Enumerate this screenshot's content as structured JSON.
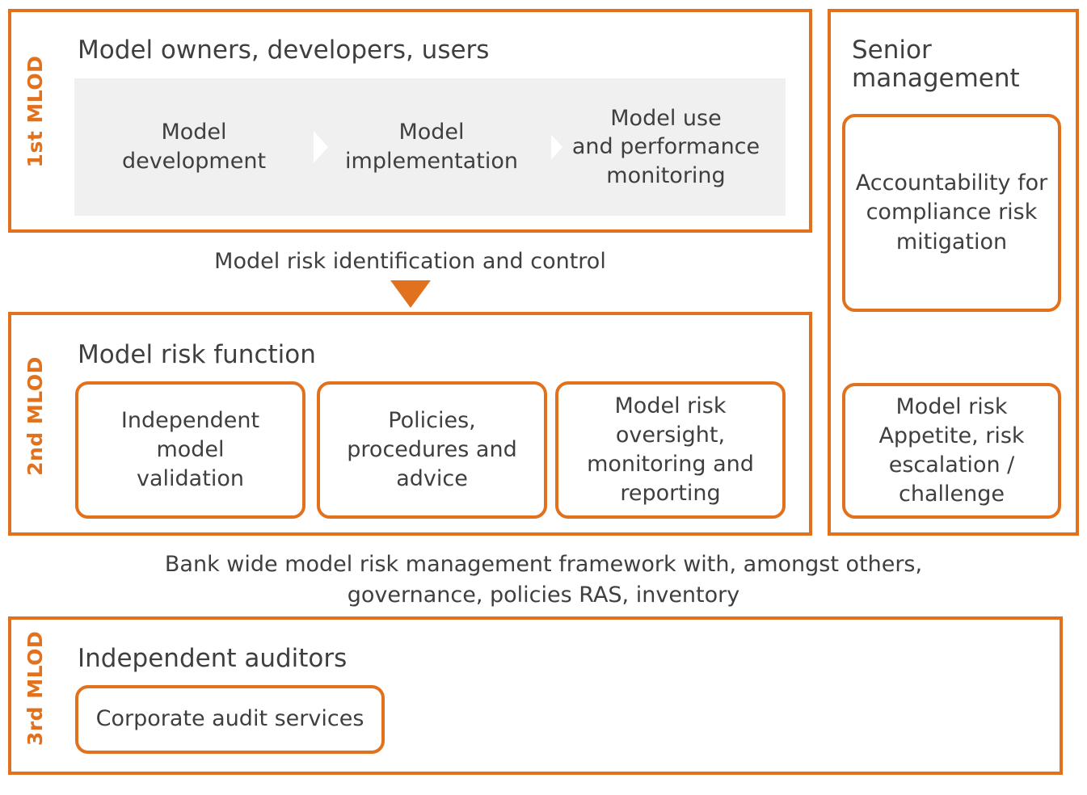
{
  "colors": {
    "accent": "#E2711D",
    "panel_fill": "#FFFFFF",
    "process_fill": "#F0F0F0",
    "text": "#3F3F3F"
  },
  "lanes": {
    "first": {
      "label": "1st MLOD",
      "heading": "Model owners, developers, users",
      "steps": [
        {
          "label": "Model\ndevelopment"
        },
        {
          "label": "Model\nimplementation"
        },
        {
          "label": "Model use\nand performance\nmonitoring"
        }
      ]
    },
    "second": {
      "label": "2nd MLOD",
      "heading": "Model risk function",
      "boxes": [
        {
          "label": "Independent\nmodel\nvalidation"
        },
        {
          "label": "Policies,\nprocedures and\nadvice"
        },
        {
          "label": "Model risk\noversight,\nmonitoring and\nreporting"
        }
      ]
    },
    "third": {
      "label": "3rd MLOD",
      "heading": "Independent auditors",
      "boxes": [
        {
          "label": "Corporate audit services"
        }
      ]
    }
  },
  "senior_management": {
    "heading": "Senior\nmanagement",
    "boxes": [
      {
        "label": "Accountability for\ncompliance risk\nmitigation"
      },
      {
        "label": "Model risk\nAppetite, risk\nescalation /\nchallenge"
      }
    ]
  },
  "connectors": {
    "identification": "Model risk identification and control",
    "framework": "Bank wide model risk management framework with, amongst others,\ngovernance, policies RAS, inventory"
  }
}
